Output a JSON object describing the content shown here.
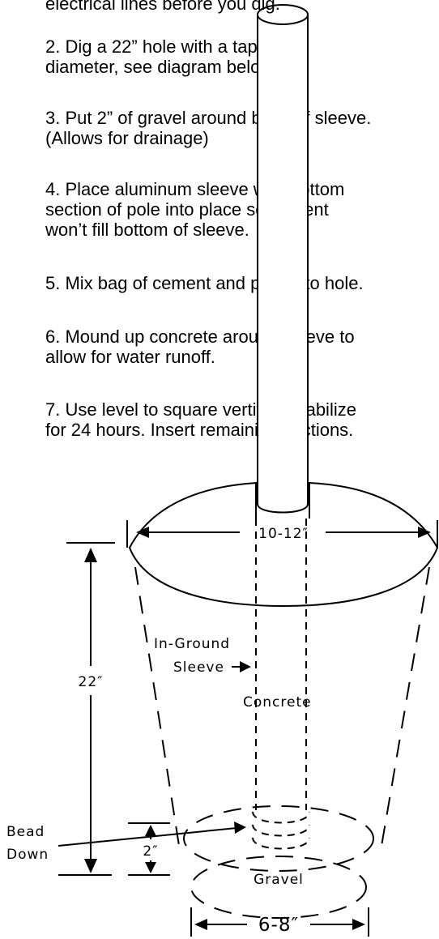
{
  "instructions": [
    "electrical lines before you dig.",
    "2. Dig a 22” hole with a tapered\ndiameter, see diagram below.",
    "3. Put 2” of gravel around base of sleeve.\n(Allows for drainage)",
    "4. Place aluminum sleeve with bottom\nsection of pole into place so cement\nwon’t fill bottom of sleeve.",
    "5. Mix bag of cement and pour into hole.",
    "6. Mound up concrete around sleeve to\nallow for water runoff.",
    "7. Use level to square vertical. Stabilize\nfor 24 hours. Insert remaining sections."
  ],
  "diagram": {
    "top_width": "10-12″",
    "depth": "22″",
    "gravel_depth": "2″",
    "bottom_width": "6-8″",
    "sleeve_label": [
      "In-Ground",
      "Sleeve"
    ],
    "concrete_label": "Concrete",
    "bead_label": [
      "Bead",
      "Down"
    ],
    "gravel_label": "Gravel"
  }
}
